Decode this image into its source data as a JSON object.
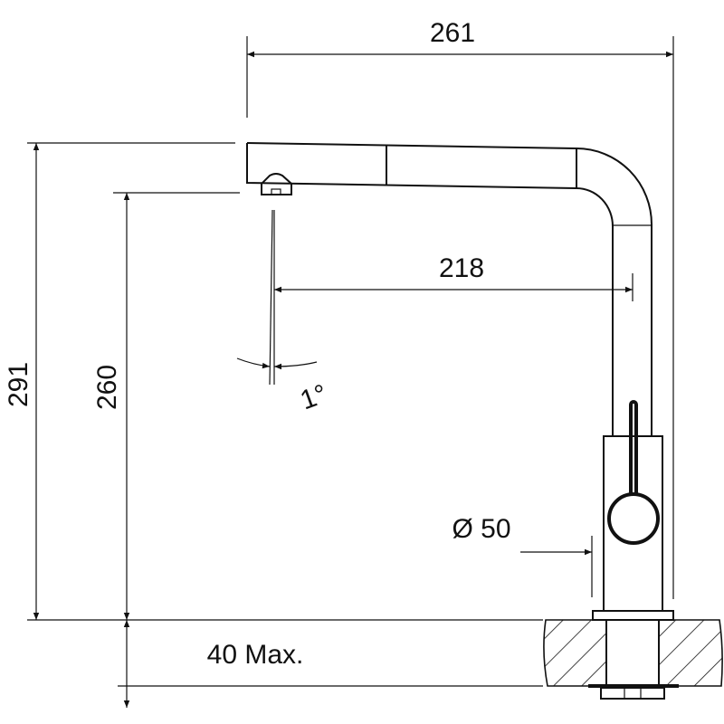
{
  "dimensions": {
    "total_width": "261",
    "total_height": "291",
    "spout_height": "260",
    "spout_reach": "218",
    "angle": "1°",
    "diameter": "Ø 50",
    "max_thickness": "40 Max."
  }
}
